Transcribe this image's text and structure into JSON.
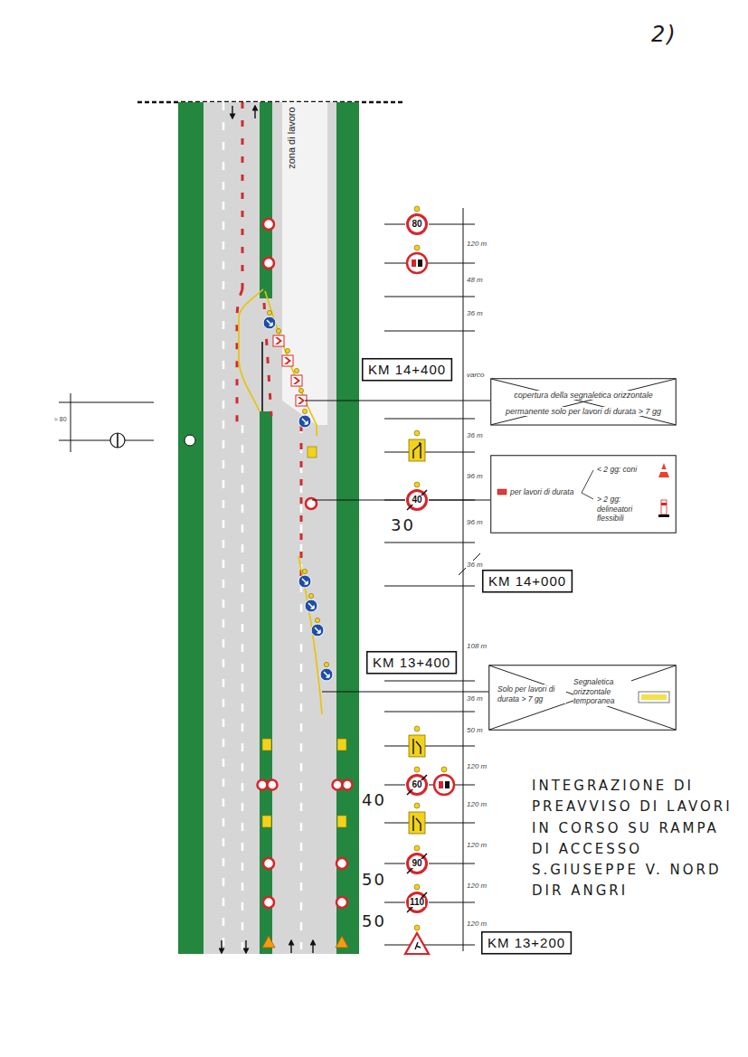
{
  "diagram": {
    "nodes": [
      {
        "text": [
          "80"
        ]
      },
      {
        "text": [
          "KM 14+400"
        ]
      },
      {
        "text": [
          "copertura della segnaletica orizzontale permanente solo per lavori di durata > 7 gg"
        ]
      },
      {
        "text": [
          "per lavori di durata",
          "< 2 gg: coni",
          "> 2 gg: delineatori flessibili"
        ]
      },
      {
        "text": [
          "40"
        ]
      },
      {
        "text": [
          "KM 14+000"
        ]
      },
      {
        "text": [
          "KM 13+400"
        ]
      },
      {
        "text": [
          "Solo per lavori di durata > 7 gg",
          "Segnaletica orizzontale temporanea"
        ]
      },
      {
        "text": [
          "60"
        ]
      },
      {
        "text": [
          "90"
        ]
      },
      {
        "text": [
          "110"
        ]
      },
      {
        "text": [
          "KM 13+200"
        ]
      }
    ],
    "labels": [
      "2)",
      "zona di lavoro",
      "≈ 80",
      "120 m",
      "48 m",
      "36 m",
      "varco",
      "36 m",
      "96 m",
      "96 m",
      "36 m",
      "108 m",
      "36 m",
      "50 m",
      "120 m",
      "120 m",
      "120 m",
      "120 m",
      "120 m",
      "30",
      "40",
      "50",
      "50",
      "INTEGRAZIONE DI PREAVVISO DI LAVORI IN CORSO SU RAMPA DI ACCESSO S.GIUSEPPE V. NORD DIR ANGRI"
    ]
  }
}
